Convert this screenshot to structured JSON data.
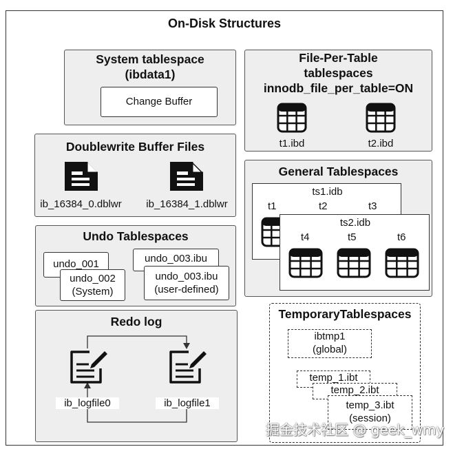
{
  "title": "On-Disk Structures",
  "system_tablespace": {
    "title": "System tablespace\n(ibdata1)",
    "change_buffer": "Change Buffer"
  },
  "file_per_table": {
    "title": "File-Per-Table\ntablespaces\ninnodb_file_per_table=ON",
    "files": [
      "t1.ibd",
      "t2.ibd"
    ],
    "icon": "table-icon"
  },
  "doublewrite": {
    "title": "Doublewrite Buffer Files",
    "files": [
      "ib_16384_0.dblwr",
      "ib_16384_1.dblwr"
    ],
    "icon": "document-icon"
  },
  "general": {
    "title": "General Tablespaces",
    "ts1": {
      "name": "ts1.idb",
      "tables": [
        "t1",
        "t2",
        "t3"
      ]
    },
    "ts2": {
      "name": "ts2.idb",
      "tables": [
        "t4",
        "t5",
        "t6"
      ]
    }
  },
  "undo": {
    "title": "Undo Tablespaces",
    "items": [
      "undo_001",
      "undo_002\n(System)",
      "undo_003.ibu",
      "undo_003.ibu\n(user-defined)"
    ]
  },
  "redo": {
    "title": "Redo log",
    "files": [
      "ib_logfile0",
      "ib_logfile1"
    ],
    "icon": "edit-document-icon"
  },
  "temporary": {
    "title": "TemporaryTablespaces",
    "items": [
      "ibtmp1\n(global)",
      "temp_1.ibt",
      "temp_2.ibt",
      "temp_3.ibt\n(session)"
    ]
  },
  "watermark": "掘金技术社区 @ geek_wmy"
}
